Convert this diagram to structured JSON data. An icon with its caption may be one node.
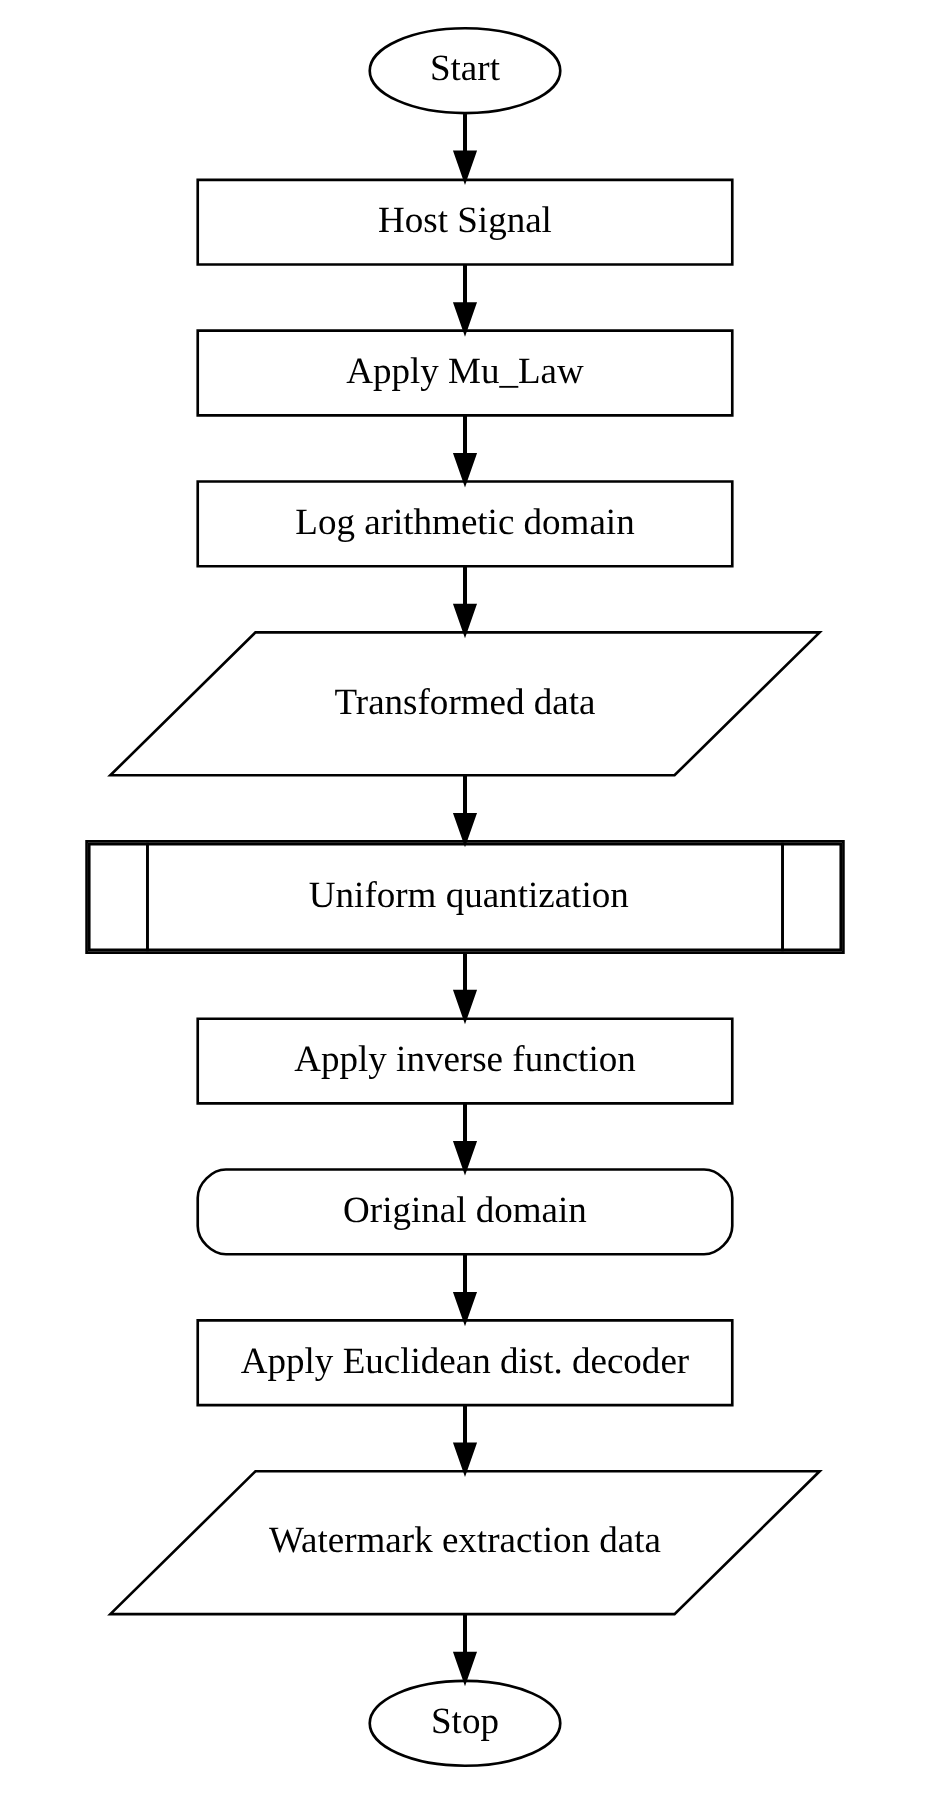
{
  "diagram": {
    "nodes": [
      {
        "text": [
          "Start"
        ]
      },
      {
        "text": [
          "Host Signal"
        ]
      },
      {
        "text": [
          "Apply Mu_Law"
        ]
      },
      {
        "text": [
          "Log arithmetic domain"
        ]
      },
      {
        "text": [
          "Transformed data"
        ]
      },
      {
        "text": [
          "Uniform quantization"
        ]
      },
      {
        "text": [
          "Apply inverse function"
        ]
      },
      {
        "text": [
          "Original domain"
        ]
      },
      {
        "text": [
          "Apply Euclidean dist. decoder"
        ]
      },
      {
        "text": [
          "Watermark extraction data"
        ]
      },
      {
        "text": [
          "Stop"
        ]
      }
    ],
    "edges": [
      {
        "from": 0,
        "to": 1,
        "arrow": "to"
      },
      {
        "from": 1,
        "to": 2,
        "arrow": "to"
      },
      {
        "from": 2,
        "to": 3,
        "arrow": "to"
      },
      {
        "from": 3,
        "to": 4,
        "arrow": "to"
      },
      {
        "from": 4,
        "to": 5,
        "arrow": "to"
      },
      {
        "from": 5,
        "to": 6,
        "arrow": "to"
      },
      {
        "from": 6,
        "to": 7,
        "arrow": "to"
      },
      {
        "from": 7,
        "to": 8,
        "arrow": "to"
      },
      {
        "from": 8,
        "to": 9,
        "arrow": "to"
      },
      {
        "from": 9,
        "to": 10,
        "arrow": "to"
      }
    ]
  }
}
